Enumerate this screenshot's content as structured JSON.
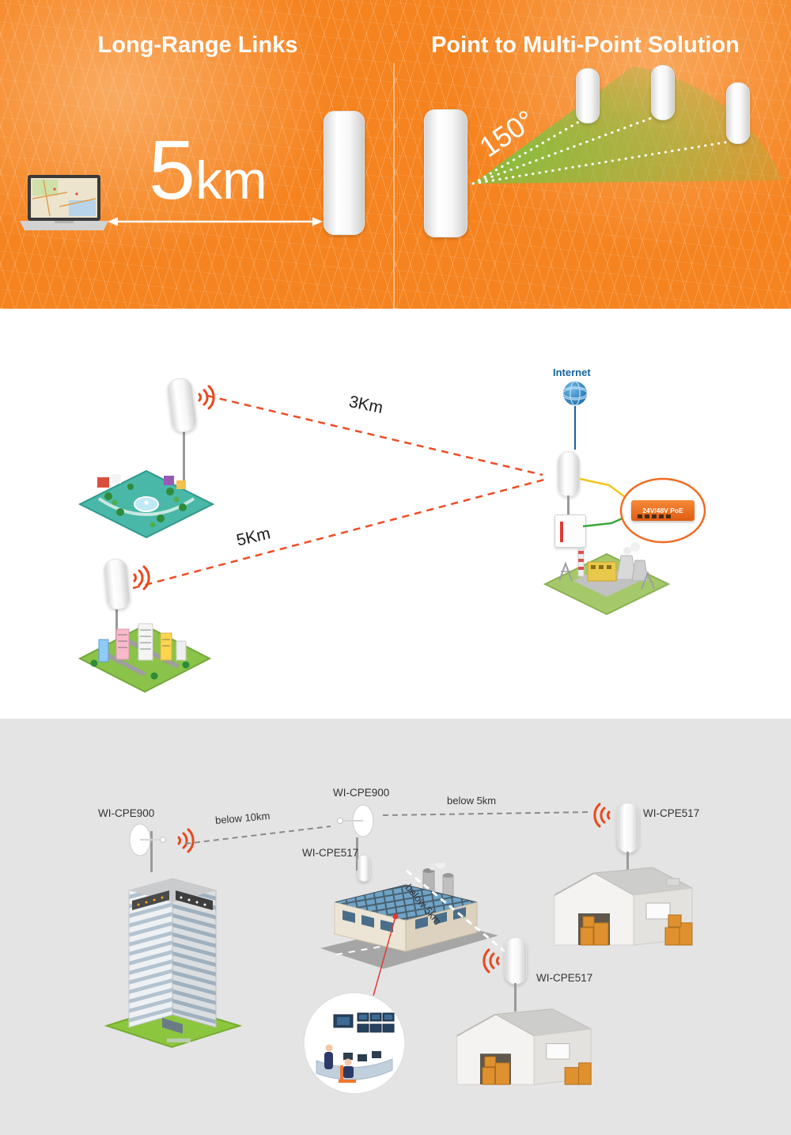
{
  "banner": {
    "left": {
      "title": "Long-Range Links",
      "distance_number": "5",
      "distance_unit": "km"
    },
    "right": {
      "title": "Point to Multi-Point Solution",
      "angle_label": "150°"
    }
  },
  "network": {
    "internet_label": "Internet",
    "poe_label": "24V/48V PoE",
    "links": [
      {
        "label": "3Km"
      },
      {
        "label": "5Km"
      }
    ]
  },
  "deployment": {
    "devices": [
      {
        "label": "WI-CPE900"
      },
      {
        "label": "WI-CPE900"
      },
      {
        "label": "WI-CPE517"
      },
      {
        "label": "WI-CPE517"
      },
      {
        "label": "WI-CPE517"
      }
    ],
    "links": [
      {
        "label": "below 10km"
      },
      {
        "label": "below 5km"
      },
      {
        "label": "below 5km"
      }
    ]
  },
  "colors": {
    "banner_background": "#F5831F",
    "beam_green": "#7DC242",
    "wifi_red": "#E8491D",
    "dashed_link_red": "#F04B23",
    "internet_blue": "#1464A0",
    "poe_orange": "#F26B24"
  }
}
